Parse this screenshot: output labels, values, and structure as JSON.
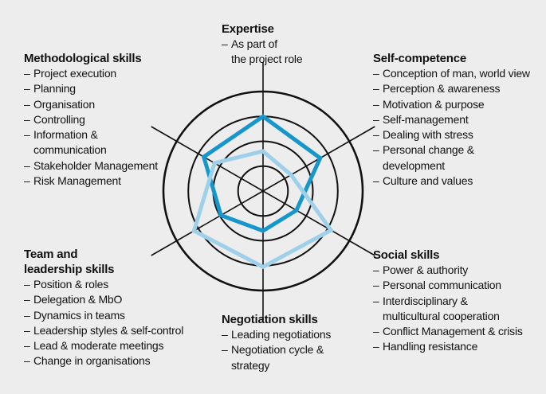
{
  "colors": {
    "background": "#ededee",
    "rings": "#111111",
    "series_current": "#1796cc",
    "series_target": "#9fd0ea"
  },
  "blocks": {
    "expertise": {
      "title": [
        "Expertise"
      ],
      "items": [
        [
          "As part of",
          "the project role"
        ]
      ]
    },
    "methodological": {
      "title": [
        "Methodological skills"
      ],
      "items": [
        [
          "Project execution"
        ],
        [
          "Planning"
        ],
        [
          "Organisation"
        ],
        [
          "Controlling"
        ],
        [
          "Information &",
          "communication"
        ],
        [
          "Stakeholder Management"
        ],
        [
          "Risk Management"
        ]
      ]
    },
    "self_competence": {
      "title": [
        "Self-competence"
      ],
      "items": [
        [
          "Conception of man, world view"
        ],
        [
          "Perception & awareness"
        ],
        [
          "Motivation & purpose"
        ],
        [
          "Self-management"
        ],
        [
          "Dealing with stress"
        ],
        [
          "Personal change &",
          "development"
        ],
        [
          "Culture and values"
        ]
      ]
    },
    "team": {
      "title": [
        "Team and",
        "leadership skills"
      ],
      "items": [
        [
          "Position & roles"
        ],
        [
          "Delegation & MbO"
        ],
        [
          "Dynamics in teams"
        ],
        [
          "Leadership styles & self-control"
        ],
        [
          "Lead & moderate meetings"
        ],
        [
          "Change in organisations"
        ]
      ]
    },
    "social": {
      "title": [
        "Social skills"
      ],
      "items": [
        [
          "Power & authority"
        ],
        [
          "Personal communication"
        ],
        [
          "Interdisciplinary &",
          "multicultural cooperation"
        ],
        [
          "Conflict Management & crisis"
        ],
        [
          "Handling resistance"
        ]
      ]
    },
    "negotiation": {
      "title": [
        "Negotiation skills"
      ],
      "items": [
        [
          "Leading negotiations"
        ],
        [
          "Negotiation cycle &",
          "strategy"
        ]
      ]
    }
  },
  "chart_data": {
    "type": "radar",
    "axes": [
      "Expertise",
      "Self-competence",
      "Social skills",
      "Negotiation skills",
      "Team and leadership skills",
      "Methodological skills"
    ],
    "rings": 4,
    "max": 4,
    "series": [
      {
        "color_key": "series_current",
        "values": [
          3.0,
          2.65,
          1.55,
          1.6,
          1.95,
          2.75
        ]
      },
      {
        "color_key": "series_target",
        "values": [
          1.6,
          1.3,
          3.15,
          3.05,
          3.2,
          2.25
        ]
      }
    ]
  }
}
